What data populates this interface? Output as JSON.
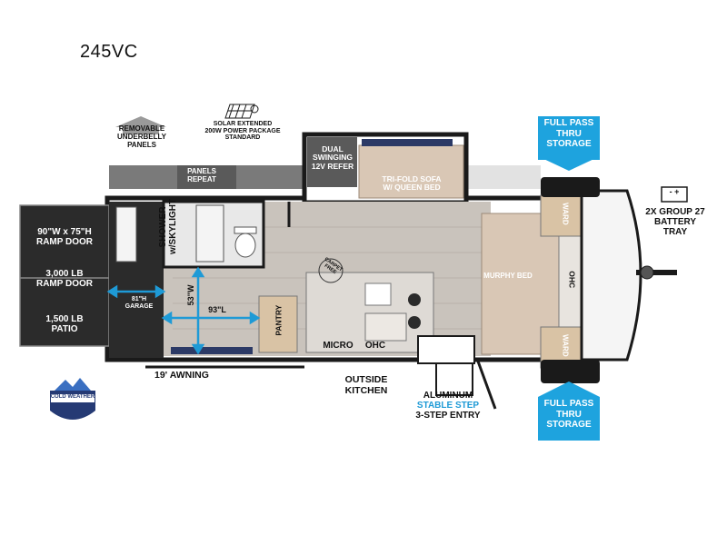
{
  "model": "245VC",
  "labels": {
    "removable_underbelly": "REMOVABLE\nUNDERBELLY\nPANELS",
    "panels_repeat": "PANELS\nREPEAT",
    "solar": "SOLAR EXTENDED\n200W POWER PACKAGE\nSTANDARD",
    "refer": "DUAL\nSWINGING\n12V REFER",
    "sofa": "TRI-FOLD SOFA\nW/ QUEEN BED",
    "full_pass_top": "FULL PASS\nTHRU\nSTORAGE",
    "full_pass_bottom": "FULL PASS\nTHRU\nSTORAGE",
    "battery": "2X GROUP 27\nBATTERY\nTRAY",
    "ramp_door_size": "90\"W x 75\"H\nRAMP DOOR",
    "ramp_door_weight": "3,000 LB\nRAMP DOOR",
    "patio": "1,500 LB\nPATIO",
    "shower": "SHOWER\nw/SKYLIGHT",
    "garage_height": "81\"H\nGARAGE",
    "width_53": "53\"W",
    "length_93": "93\"L",
    "pantry": "PANTRY",
    "micro": "MICRO",
    "ohc_kitchen": "OHC",
    "carpet_free": "CARPET FREE",
    "murphy_bed": "MURPHY BED",
    "ohc_front": "OHC",
    "ward_top": "WARD",
    "ward_bottom": "WARD",
    "awning": "19' AWNING",
    "outside_kitchen": "OUTSIDE\nKITCHEN",
    "aluminum": "ALUMINUM",
    "stable_step": "STABLE STEP",
    "entry": "3-STEP ENTRY",
    "battery_icon": "- +",
    "cold_weather": "COLD WEATHER"
  },
  "icons": [
    "solar-panel-icon",
    "battery-icon",
    "cold-weather-badge-icon",
    "carpet-free-icon"
  ],
  "colors": {
    "accent_blue": "#1ea3de",
    "floor": "#c9c3bc",
    "wall": "#1a1a1a",
    "cabinet_wood": "#d9c3a5",
    "garage_dark": "#2b2b2b"
  }
}
